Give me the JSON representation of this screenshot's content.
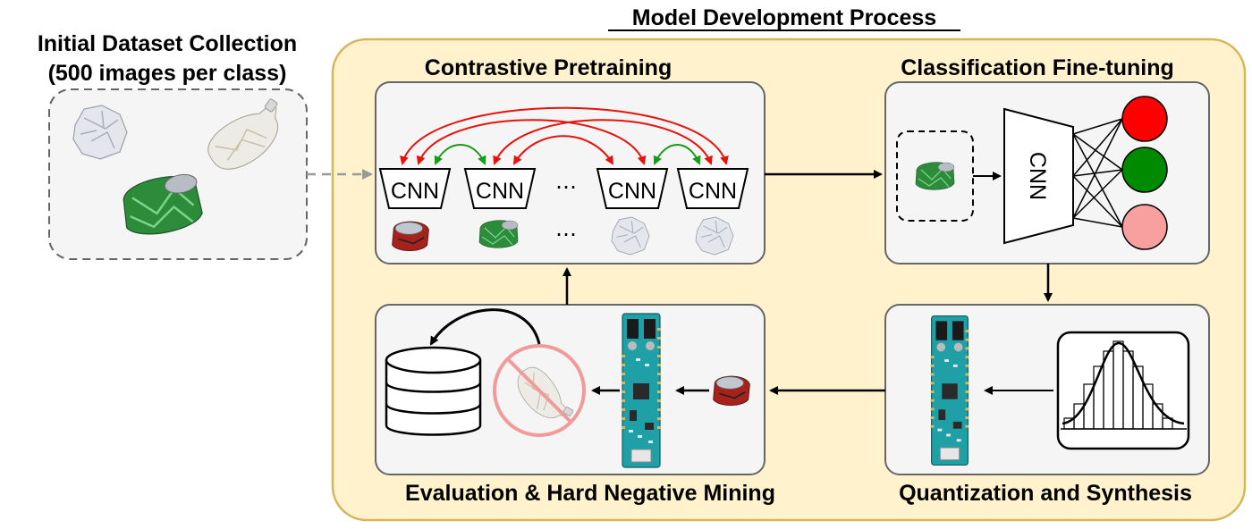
{
  "title": "Model Development Process",
  "dataset": {
    "line1": "Initial Dataset Collection",
    "line2": "(500 images per class)"
  },
  "stages": {
    "pretraining": "Contrastive Pretraining",
    "finetuning": "Classification Fine-tuning",
    "quantization": "Quantization and Synthesis",
    "evaluation": "Evaluation & Hard Negative Mining"
  },
  "cnn_label": "CNN",
  "ellipsis": "⋯",
  "colors": {
    "outer_fill": "#fff2cc",
    "outer_stroke": "#d6b656",
    "box_fill": "#f5f5f5",
    "box_stroke": "#666666",
    "arrow_red": "#e8120c",
    "arrow_green": "#1a9a1a",
    "node_red": "#ff0000",
    "node_green": "#008a00",
    "node_pink": "#f8a0a0",
    "dashed": "#999999",
    "board": "#1f9fa6",
    "prohibit": "#f29a9a"
  },
  "icons": {
    "crumpled_paper": "crumpled-paper-icon",
    "plastic_bottle": "plastic-bottle-icon",
    "crushed_can": "crushed-can-icon",
    "microcontroller": "microcontroller-board-icon",
    "database": "database-icon",
    "histogram": "histogram-icon"
  }
}
